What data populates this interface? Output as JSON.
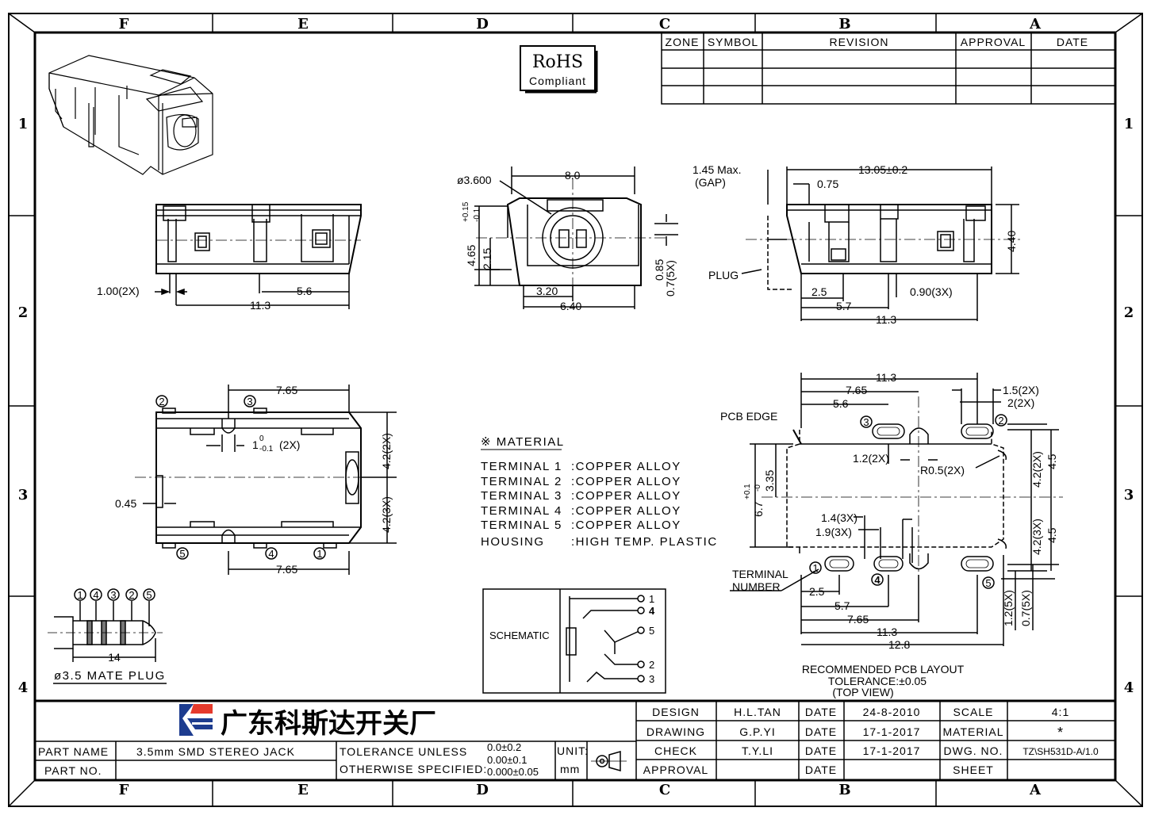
{
  "zones_cols": [
    "F",
    "E",
    "D",
    "C",
    "B",
    "A"
  ],
  "zones_rows": [
    "1",
    "2",
    "3",
    "4"
  ],
  "revision_table": {
    "headers": [
      "ZONE",
      "SYMBOL",
      "REVISION",
      "APPROVAL",
      "DATE"
    ]
  },
  "rohs": {
    "line1": "RoHS",
    "line2": "Compliant"
  },
  "front_view": {
    "d_gap": "1.00(2X)",
    "d_56": "5.6",
    "d_113": "11.3"
  },
  "side_view": {
    "d_bore": "ø3.600",
    "d_80": "8.0",
    "d_465": "4.65",
    "d_465_tol_plus": "+0.15",
    "d_465_tol_minus": "-0.1",
    "d_215": "2.15",
    "d_320": "3.20",
    "d_640": "6.40",
    "d_085": "0.85",
    "d_07": "0.7(5X)"
  },
  "right_view": {
    "d_145": "1.45 Max.",
    "d_gap": "(GAP)",
    "d_1305": "13.05±0.2",
    "d_075": "0.75",
    "d_440": "4.40",
    "plug": "PLUG",
    "d_25": "2.5",
    "d_57": "5.7",
    "d_090": "0.90(3X)",
    "d_113": "11.3"
  },
  "bottom_view": {
    "d_765_top": "7.65",
    "d_1": "1",
    "d_1_tol": "0\n-0.1",
    "d_1_suffix": "(2X)",
    "d_045": "0.45",
    "d_42a": "4.2(2X)",
    "d_42b": "4.2(3X)",
    "d_765_bot": "7.65",
    "pins_top": [
      "2",
      "3"
    ],
    "pins_bot": [
      "5",
      "4",
      "1"
    ]
  },
  "material": {
    "title": "※ MATERIAL",
    "rows": [
      {
        "name": "TERMINAL 1",
        "value": ":COPPER ALLOY"
      },
      {
        "name": "TERMINAL 2",
        "value": ":COPPER ALLOY"
      },
      {
        "name": "TERMINAL 3",
        "value": ":COPPER ALLOY"
      },
      {
        "name": "TERMINAL 4",
        "value": ":COPPER ALLOY"
      },
      {
        "name": "TERMINAL 5",
        "value": ":COPPER ALLOY"
      },
      {
        "name": "HOUSING",
        "value": ":HIGH TEMP. PLASTIC"
      }
    ]
  },
  "schematic": {
    "label": "SCHEMATIC",
    "pins": [
      "1",
      "4",
      "5",
      "2",
      "3"
    ]
  },
  "plug": {
    "pins": [
      "1",
      "4",
      "3",
      "2",
      "5"
    ],
    "d_14": "14",
    "caption": "ø3.5 MATE PLUG"
  },
  "pcb_layout": {
    "d_113": "11.3",
    "d_765": "7.65",
    "d_56": "5.6",
    "d_15": "1.5(2X)",
    "d_2": "2(2X)",
    "pcb_edge": "PCB EDGE",
    "d_12": "1.2(2X)",
    "d_r05": "R0.5(2X)",
    "d_335": "3.35",
    "d_67": "6.7",
    "d_67_tol": "+0.1\n-0",
    "d_42a": "4.2(2X)",
    "d_42b": "4.2(3X)",
    "d_45a": "4.5",
    "d_45b": "4.5",
    "d_14": "1.4(3X)",
    "d_19": "1.9(3X)",
    "terminal": "TERMINAL",
    "number": "NUMBER",
    "d_25": "2.5",
    "d_57": "5.7",
    "d_765b": "7.65",
    "d_113b": "11.3",
    "d_128": "12.8",
    "d_12_5x": "1.2(5X)",
    "d_07_5x": "0.7(5X)",
    "caption1": "RECOMMENDED PCB LAYOUT",
    "caption2": "TOLERANCE:±0.05",
    "caption3": "(TOP VIEW)",
    "pins": [
      "3",
      "2",
      "1",
      "4",
      "5"
    ]
  },
  "title_block": {
    "company": "广东科斯达开关厂",
    "part_name_label": "PART NAME",
    "part_name": "3.5mm SMD STEREO JACK",
    "part_no_label": "PART NO.",
    "tol_line1": "TOLERANCE UNLESS",
    "tol_line2": "OTHERWISE SPECIFIED:",
    "tol_v1": "0.0±0.2",
    "tol_v2": "0.00±0.1",
    "tol_v3": "0.000±0.05",
    "unit_label": "UNIT:",
    "unit": "mm",
    "rows": [
      {
        "label": "DESIGN",
        "name": "H.L.TAN",
        "date_label": "DATE",
        "date": "24-8-2010",
        "k": "SCALE",
        "v": "4:1"
      },
      {
        "label": "DRAWING",
        "name": "G.P.YI",
        "date_label": "DATE",
        "date": "17-1-2017",
        "k": "MATERIAL",
        "v": "*"
      },
      {
        "label": "CHECK",
        "name": "T.Y.LI",
        "date_label": "DATE",
        "date": "17-1-2017",
        "k": "DWG. NO.",
        "v": "TZ\\SH531D-A/1.0"
      },
      {
        "label": "APPROVAL",
        "name": "",
        "date_label": "DATE",
        "date": "",
        "k": "SHEET",
        "v": ""
      }
    ]
  }
}
